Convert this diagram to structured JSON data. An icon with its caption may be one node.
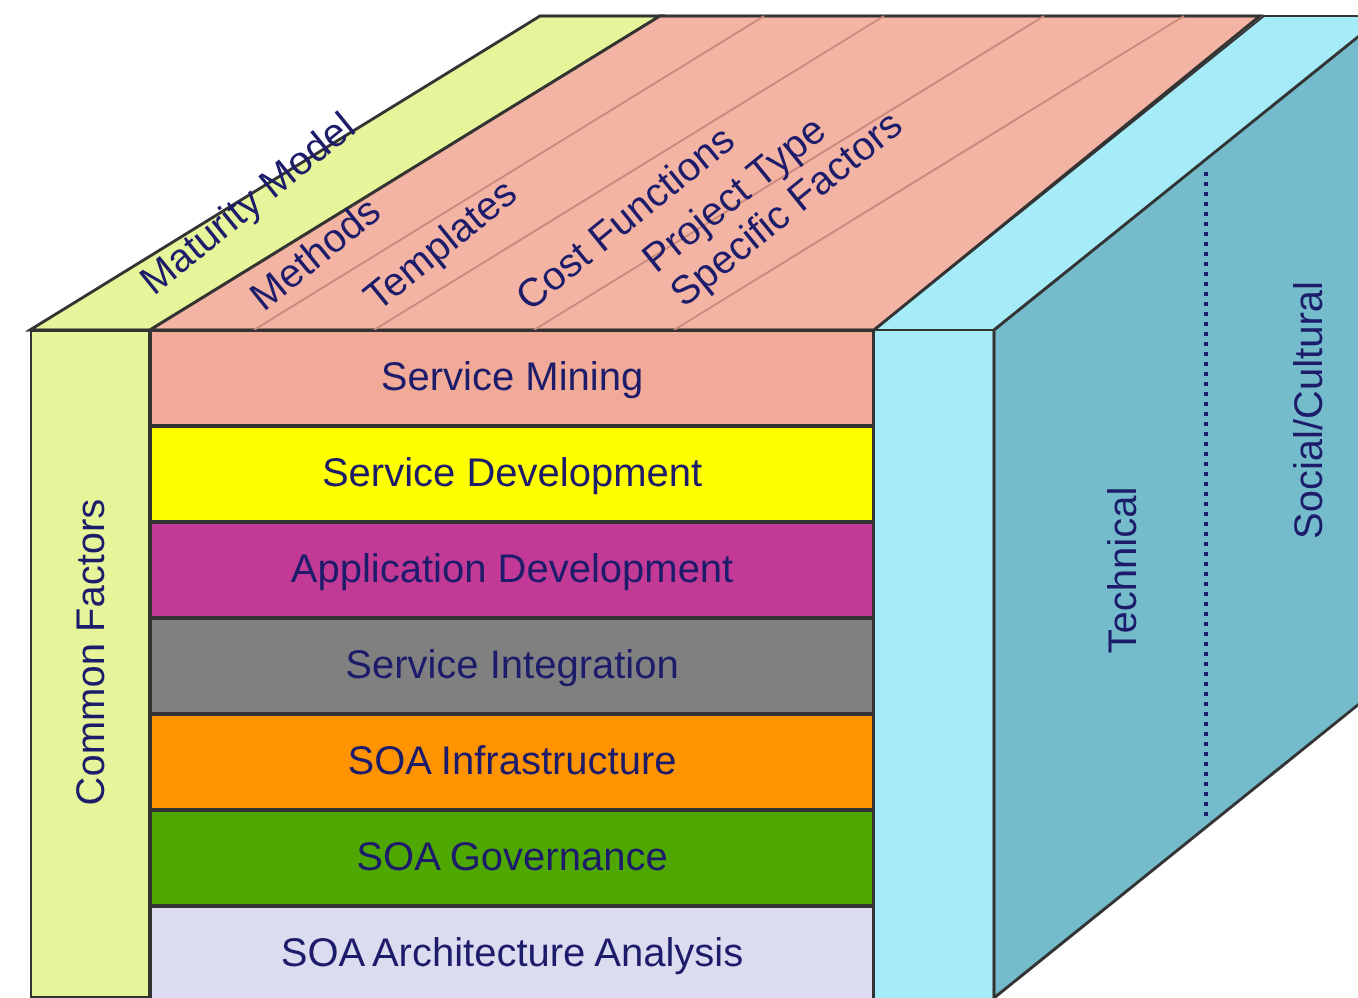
{
  "diagram": {
    "nodes": [
      {
        "text": [
          "Maturity Model"
        ]
      },
      {
        "text": [
          "Methods",
          "Templates",
          "Cost Functions",
          "Project Type Specific Factors"
        ]
      },
      {
        "text": [
          "Common Factors"
        ]
      },
      {
        "text": [
          "Service Mining"
        ]
      },
      {
        "text": [
          "Service Development"
        ]
      },
      {
        "text": [
          "Application Development"
        ]
      },
      {
        "text": [
          "Service Integration"
        ]
      },
      {
        "text": [
          "SOA Infrastructure"
        ]
      },
      {
        "text": [
          "SOA Governance"
        ]
      },
      {
        "text": [
          "SOA Architecture Analysis"
        ]
      },
      {
        "text": [
          "Technical",
          "Social/Cultural"
        ]
      }
    ]
  }
}
